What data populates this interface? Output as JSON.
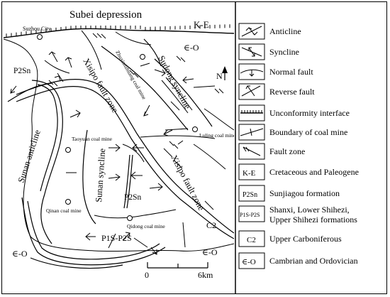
{
  "map": {
    "region_title": "Subei depression",
    "corner_label": "K-E",
    "places": {
      "suzhou": "Suzhou City",
      "zhuxianzhuang": "Zhuxianzhuang coal mine",
      "luling": "Luling coal mine",
      "taoyuan": "Taoyuan coal mine",
      "qinan": "Qinan coal mine",
      "qidong": "Qidong coal mine"
    },
    "structures": {
      "xisipo_north": "Xisipo fault zone",
      "xisipo_south": "Xisipo fault zone",
      "sudong": "Sudong syncline",
      "sunan_anticline": "Sunan anticline",
      "sunan_syncline": "Sunan syncline"
    },
    "units": {
      "p2sn_west": "P2Sn",
      "p2sn_center": "P2Sn",
      "p1s_p2s": "P1S-P2S",
      "c2": "C2",
      "eo_ne": "∈-O",
      "eo_sw": "∈-O",
      "eo_se": "∈-O"
    },
    "north": "N",
    "scale": {
      "start": "0",
      "end": "6km"
    }
  },
  "legend": {
    "items": [
      {
        "key": "anticline",
        "label": "Anticline"
      },
      {
        "key": "syncline",
        "label": "Syncline"
      },
      {
        "key": "normal-fault",
        "label": "Normal fault"
      },
      {
        "key": "reverse-fault",
        "label": "Reverse fault"
      },
      {
        "key": "unconformity",
        "label": "Unconformity interface"
      },
      {
        "key": "mine-boundary",
        "label": "Boundary of coal mine"
      },
      {
        "key": "fault-zone",
        "label": "Fault zone"
      },
      {
        "key": "ke",
        "label": "Cretaceous and Paleogene",
        "box": "K-E"
      },
      {
        "key": "p2sn",
        "label": "Sunjiagou formation",
        "box": "P2Sn"
      },
      {
        "key": "p1s-p2s",
        "label": "Shanxi, Lower Shihezi, Upper Shihezi formations",
        "label_line1": "Shanxi, Lower Shihezi,",
        "label_line2": "Upper Shihezi formations",
        "box": "P1S-P2S"
      },
      {
        "key": "c2",
        "label": "Upper Carboniferous",
        "box": "C2"
      },
      {
        "key": "eo",
        "label": "Cambrian and Ordovician",
        "box": "∈-O"
      }
    ]
  }
}
